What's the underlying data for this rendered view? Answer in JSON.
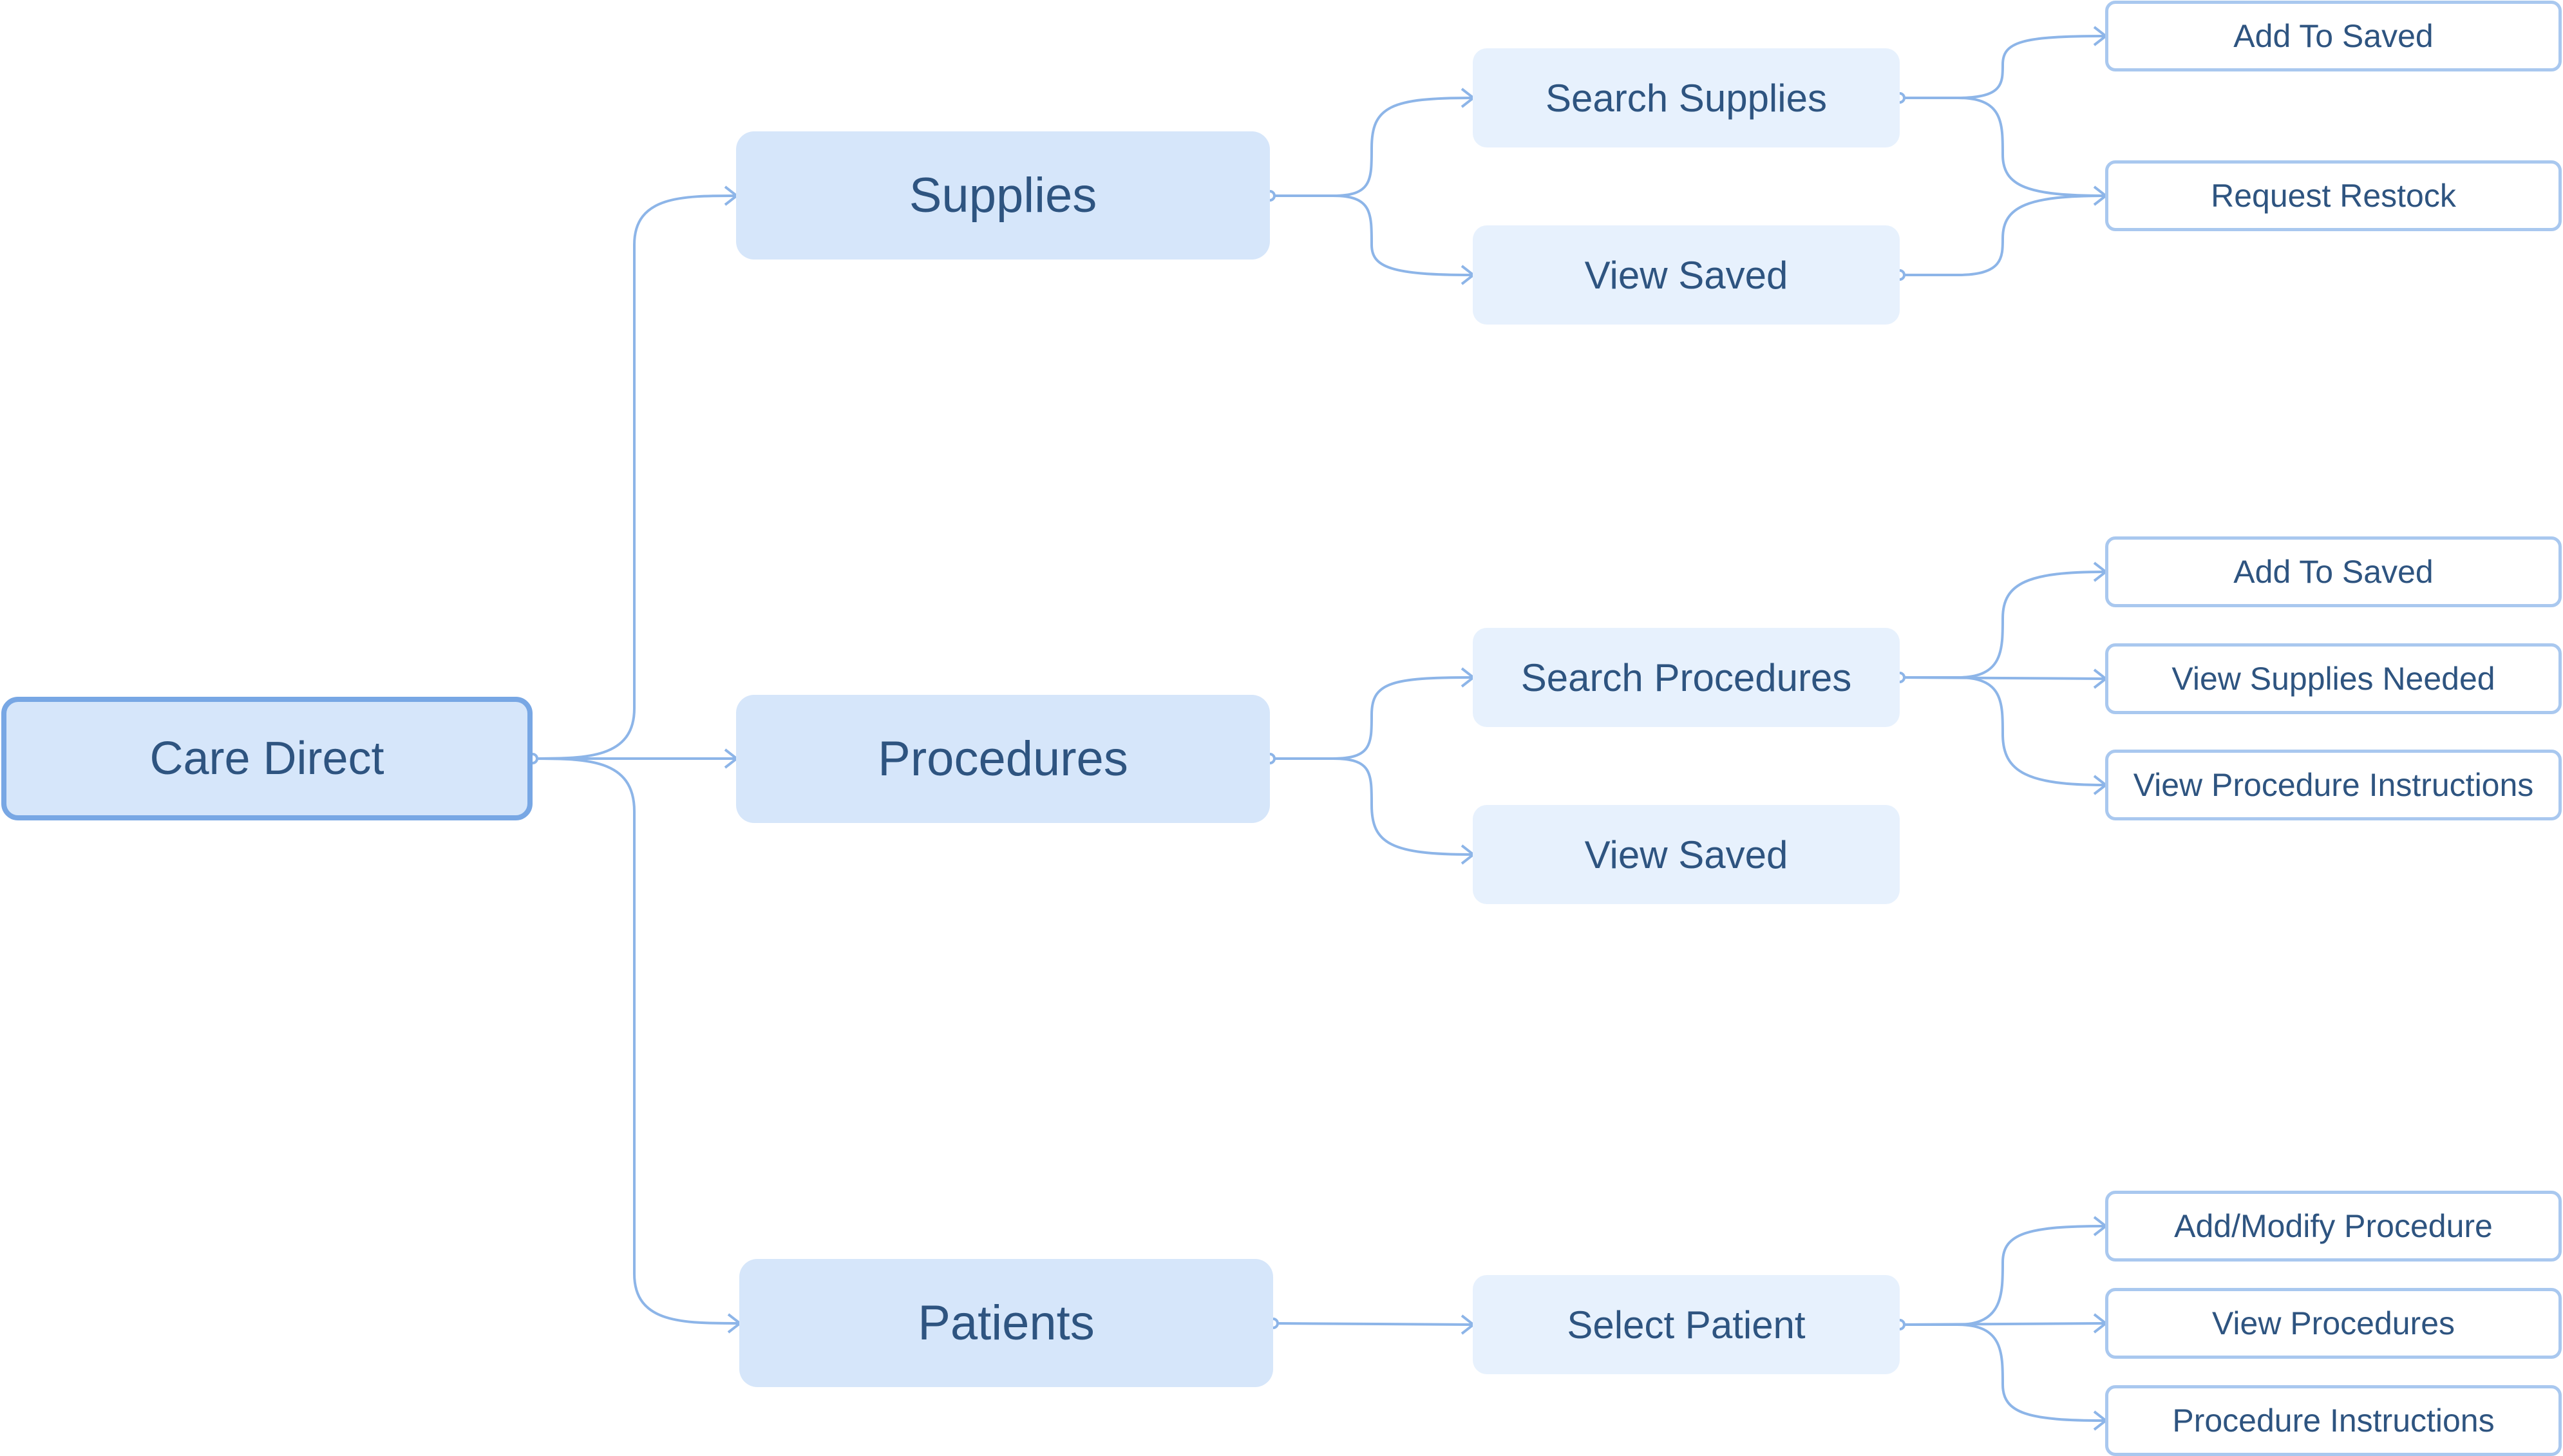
{
  "diagram": {
    "root": {
      "label": "Care Direct"
    },
    "supplies": {
      "label": "Supplies",
      "search": {
        "label": "Search Supplies"
      },
      "view_saved": {
        "label": "View Saved"
      },
      "add_to_saved": {
        "label": "Add To Saved"
      },
      "request_restock": {
        "label": "Request Restock"
      }
    },
    "procedures": {
      "label": "Procedures",
      "search": {
        "label": "Search Procedures"
      },
      "view_saved": {
        "label": "View Saved"
      },
      "add_to_saved": {
        "label": "Add To Saved"
      },
      "view_supplies_needed": {
        "label": "View Supplies Needed"
      },
      "view_procedure_instructions": {
        "label": "View Procedure Instructions"
      }
    },
    "patients": {
      "label": "Patients",
      "select_patient": {
        "label": "Select Patient"
      },
      "add_modify_procedure": {
        "label": "Add/Modify Procedure"
      },
      "view_procedures": {
        "label": "View Procedures"
      },
      "procedure_instructions": {
        "label": "Procedure Instructions"
      }
    },
    "colors": {
      "text": "#2e5480",
      "line": "#8db5e8",
      "root_border": "#78a7e4",
      "level1_fill": "#d6e6fa",
      "level2_fill": "#e7f1fd",
      "level3_border": "#a9c8ef"
    }
  }
}
